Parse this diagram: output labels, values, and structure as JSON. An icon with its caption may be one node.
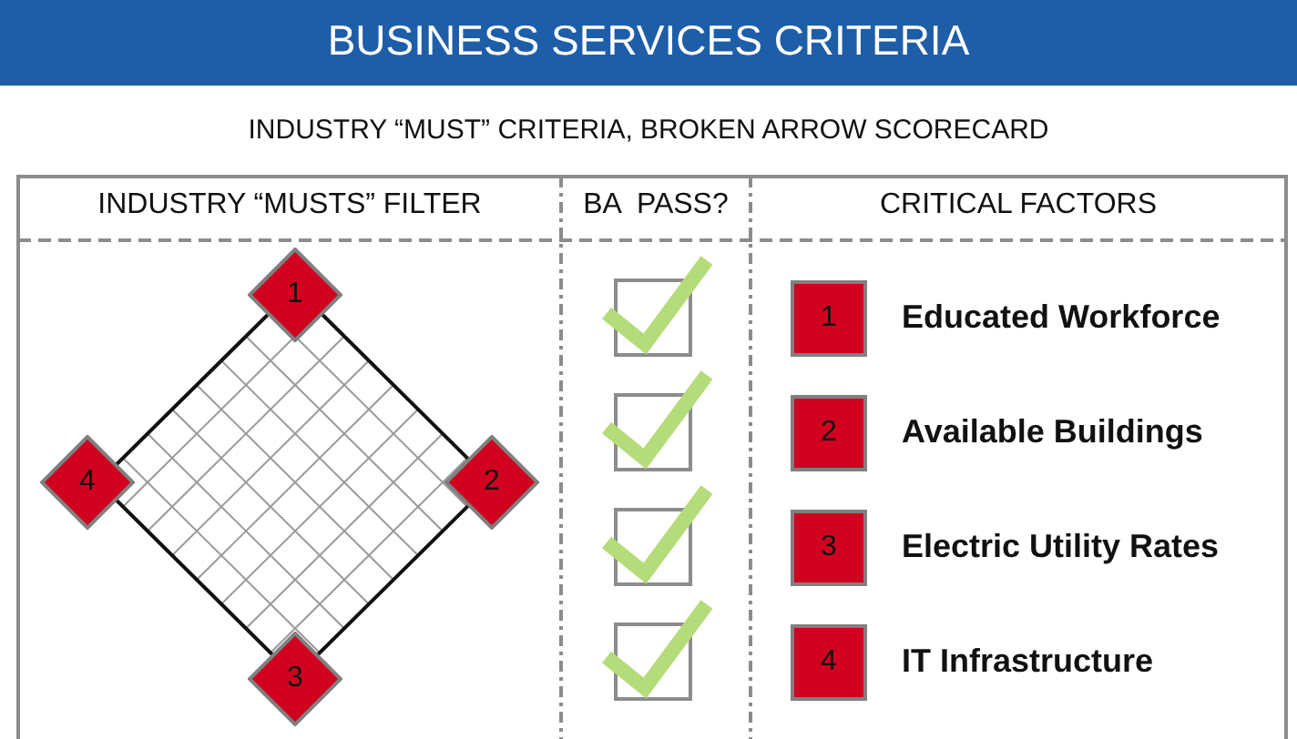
{
  "diagram": {
    "title": "BUSINESS SERVICES CRITERIA",
    "nodes": [
      {
        "text": [
          "1"
        ]
      },
      {
        "text": [
          "2"
        ]
      },
      {
        "text": [
          "3"
        ]
      },
      {
        "text": [
          "4"
        ]
      },
      {
        "text": [
          "1"
        ],
        "beside": [
          "Educated Workforce"
        ]
      },
      {
        "text": [
          "2"
        ],
        "beside": [
          "Available Buildings"
        ]
      },
      {
        "text": [
          "3"
        ],
        "beside": [
          "Electric Utility Rates"
        ]
      },
      {
        "text": [
          "4"
        ],
        "beside": [
          "IT Infrastructure"
        ]
      }
    ],
    "labels": [
      "INDUSTRY “MUST” CRITERIA, BROKEN ARROW SCORECARD",
      "INDUSTRY “MUSTS” FILTER",
      "BA  PASS?",
      "CRITICAL FACTORS"
    ]
  }
}
